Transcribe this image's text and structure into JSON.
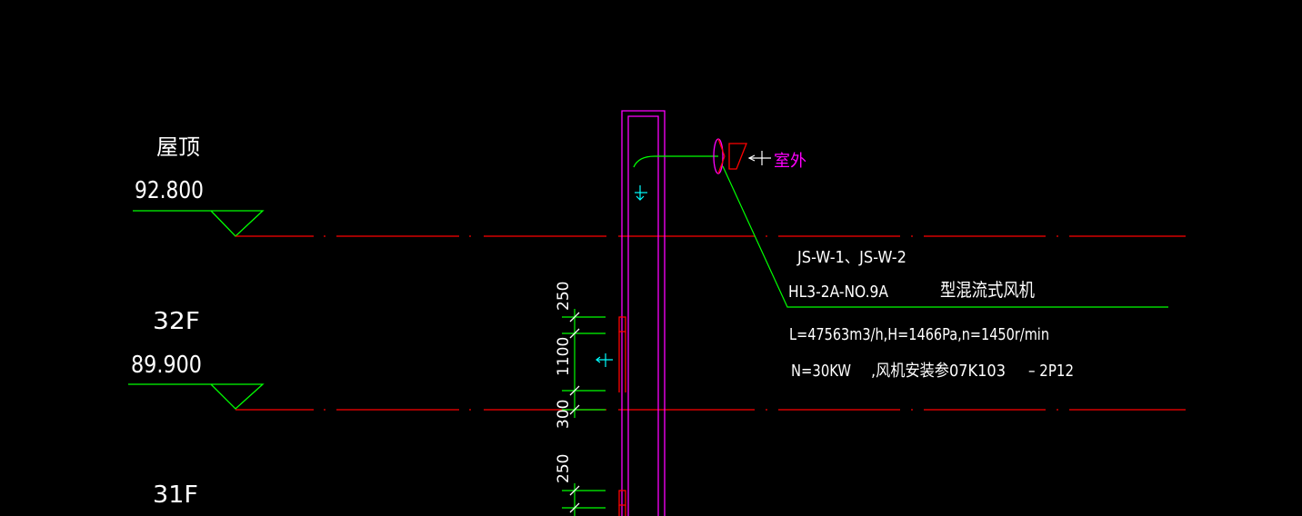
{
  "levels": [
    {
      "name": "屋顶",
      "elevation": "92.800"
    },
    {
      "name": "32F",
      "elevation": "89.900"
    },
    {
      "name": "31F",
      "elevation": ""
    }
  ],
  "fan": {
    "id_line": "JS-W-1、JS-W-2",
    "model": "HL3-2A-NO.9A",
    "type": "型混流式风机",
    "params": "L=47563m3/h,H=1466Pa,n=1450r/min",
    "power": "N=30KW",
    "install_ref": ",风机安装参07K103",
    "page_ref": "– 2P12",
    "outdoor_label": "室外"
  },
  "dimensions": {
    "d1": "250",
    "d2": "1100",
    "d3": "300",
    "d4": "250"
  },
  "colors": {
    "background": "#000000",
    "level_line": "#ff0000",
    "green": "#00ff00",
    "magenta": "#ff00ff",
    "cyan": "#00ffff",
    "white": "#ffffff",
    "red": "#ff0000"
  }
}
